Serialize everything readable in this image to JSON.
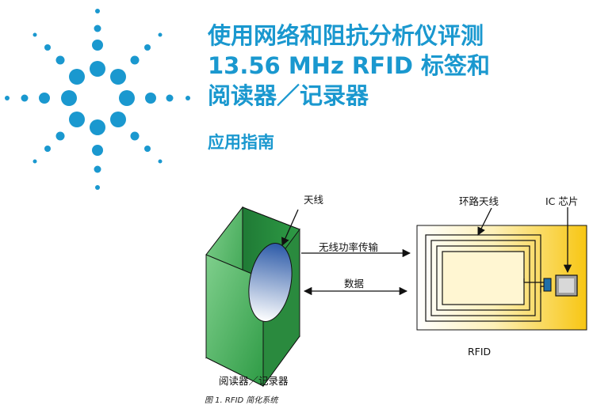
{
  "header": {
    "title_lines": [
      "使用网络和阻抗分析仪评测",
      "13.56 MHz RFID 标签和",
      "阅读器／记录器"
    ],
    "subtitle": "应用指南"
  },
  "logo": {
    "icon": "agilent-spark-logo",
    "color": "#1a98cf"
  },
  "figure": {
    "labels": {
      "antenna": "天线",
      "power_transfer": "无线功率传输",
      "data": "数据",
      "loop_antenna": "环路天线",
      "ic_chip": "IC 芯片",
      "rfid": "RFID",
      "reader_writer": "阅读器／记录器"
    },
    "caption": "图 1. RFID 简化系统",
    "colors": {
      "reader_green": "#2e9b45",
      "tag_yellow": "#f7c613",
      "chip_blue": "#1f6fa8",
      "chip_gray": "#9a9a9a"
    }
  }
}
